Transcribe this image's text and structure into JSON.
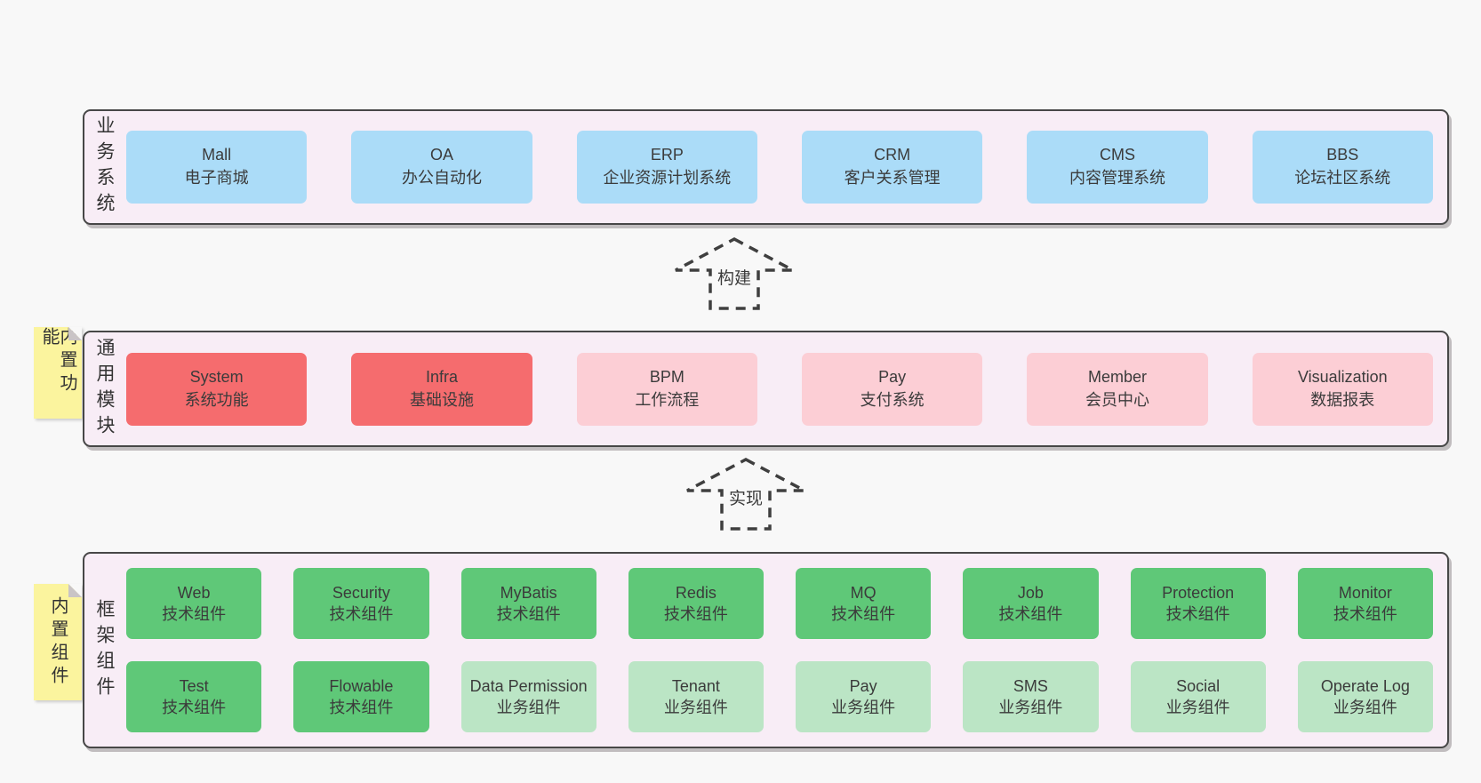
{
  "palette": {
    "page_bg": "#f8f8f8",
    "panel_bg": "#f8edf6",
    "panel_border": "#474747",
    "business_blue": "#abdcf8",
    "core_red": "#f56c6e",
    "module_pink": "#fcced5",
    "tech_green": "#5fc878",
    "biz_light_green": "#bbe5c5",
    "sticky_yellow": "#fbf49e",
    "text": "#3b3b3b"
  },
  "layers": [
    {
      "label": "业务系统",
      "boxes": [
        {
          "name": "Mall",
          "desc": "电子商城"
        },
        {
          "name": "OA",
          "desc": "办公自动化"
        },
        {
          "name": "ERP",
          "desc": "企业资源计划系统"
        },
        {
          "name": "CRM",
          "desc": "客户关系管理"
        },
        {
          "name": "CMS",
          "desc": "内容管理系统"
        },
        {
          "name": "BBS",
          "desc": "论坛社区系统"
        }
      ]
    },
    {
      "label": "通用模块",
      "sticky": "内置功能",
      "boxes": [
        {
          "name": "System",
          "desc": "系统功能"
        },
        {
          "name": "Infra",
          "desc": "基础设施"
        },
        {
          "name": "BPM",
          "desc": "工作流程"
        },
        {
          "name": "Pay",
          "desc": "支付系统"
        },
        {
          "name": "Member",
          "desc": "会员中心"
        },
        {
          "name": "Visualization",
          "desc": "数据报表"
        }
      ]
    },
    {
      "label": "框架组件",
      "sticky": "内置组件",
      "rows": [
        {
          "boxes": [
            {
              "name": "Web",
              "desc": "技术组件"
            },
            {
              "name": "Security",
              "desc": "技术组件"
            },
            {
              "name": "MyBatis",
              "desc": "技术组件"
            },
            {
              "name": "Redis",
              "desc": "技术组件"
            },
            {
              "name": "MQ",
              "desc": "技术组件"
            },
            {
              "name": "Job",
              "desc": "技术组件"
            },
            {
              "name": "Protection",
              "desc": "技术组件"
            },
            {
              "name": "Monitor",
              "desc": "技术组件"
            }
          ]
        },
        {
          "boxes": [
            {
              "name": "Test",
              "desc": "技术组件"
            },
            {
              "name": "Flowable",
              "desc": "技术组件"
            },
            {
              "name": "Data Permission",
              "desc": "业务组件"
            },
            {
              "name": "Tenant",
              "desc": "业务组件"
            },
            {
              "name": "Pay",
              "desc": "业务组件"
            },
            {
              "name": "SMS",
              "desc": "业务组件"
            },
            {
              "name": "Social",
              "desc": "业务组件"
            },
            {
              "name": "Operate Log",
              "desc": "业务组件"
            }
          ]
        }
      ]
    }
  ],
  "arrows": [
    {
      "label": "构建"
    },
    {
      "label": "实现"
    }
  ]
}
